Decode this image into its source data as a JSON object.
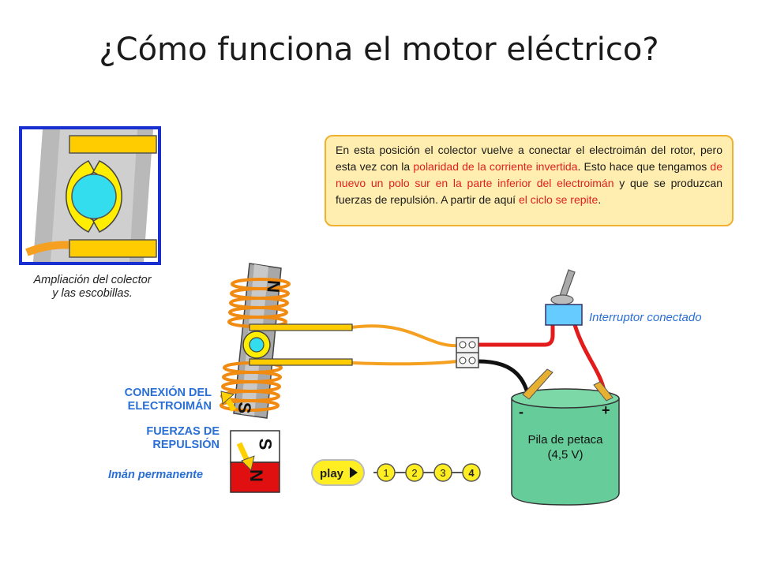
{
  "title": "¿Cómo funciona el motor eléctrico?",
  "zoom_caption": {
    "line1": "Ampliación del colector",
    "line2": "y las escobillas."
  },
  "info": {
    "t1": "En esta posición el colector vuelve a conectar el electroimán del rotor, pero esta vez con la ",
    "h1": "polaridad de la corriente invertida",
    "t2": ". Esto hace que tengamos ",
    "h2": "de nuevo un polo sur en la parte inferior del electroimán",
    "t3": " y que se produzcan fuerzas de repulsión. A partir de aquí ",
    "h3": "el ciclo se repite",
    "t4": "."
  },
  "labels": {
    "switch": "Interruptor conectado",
    "conexion_1": "CONEXIÓN DEL",
    "conexion_2": "ELECTROIMÁN",
    "fuerzas_1": "FUERZAS DE",
    "fuerzas_2": "REPULSIÓN",
    "iman": "Imán permanente"
  },
  "battery": {
    "line1": "Pila de petaca",
    "line2": "(4,5 V)",
    "minus": "-",
    "plus": "+"
  },
  "poles": {
    "rotor_top": "N",
    "rotor_bottom": "S",
    "magnet_top": "S",
    "magnet_bottom": "N"
  },
  "player": {
    "play": "play",
    "steps": [
      "1",
      "2",
      "3",
      "4"
    ]
  },
  "colors": {
    "wire_orange": "#f5a020",
    "wire_red": "#e31b1b",
    "coil": "#f08a10",
    "battery": "#66cc99",
    "magnet_red": "#e01010",
    "label_blue": "#2a6fd6"
  }
}
